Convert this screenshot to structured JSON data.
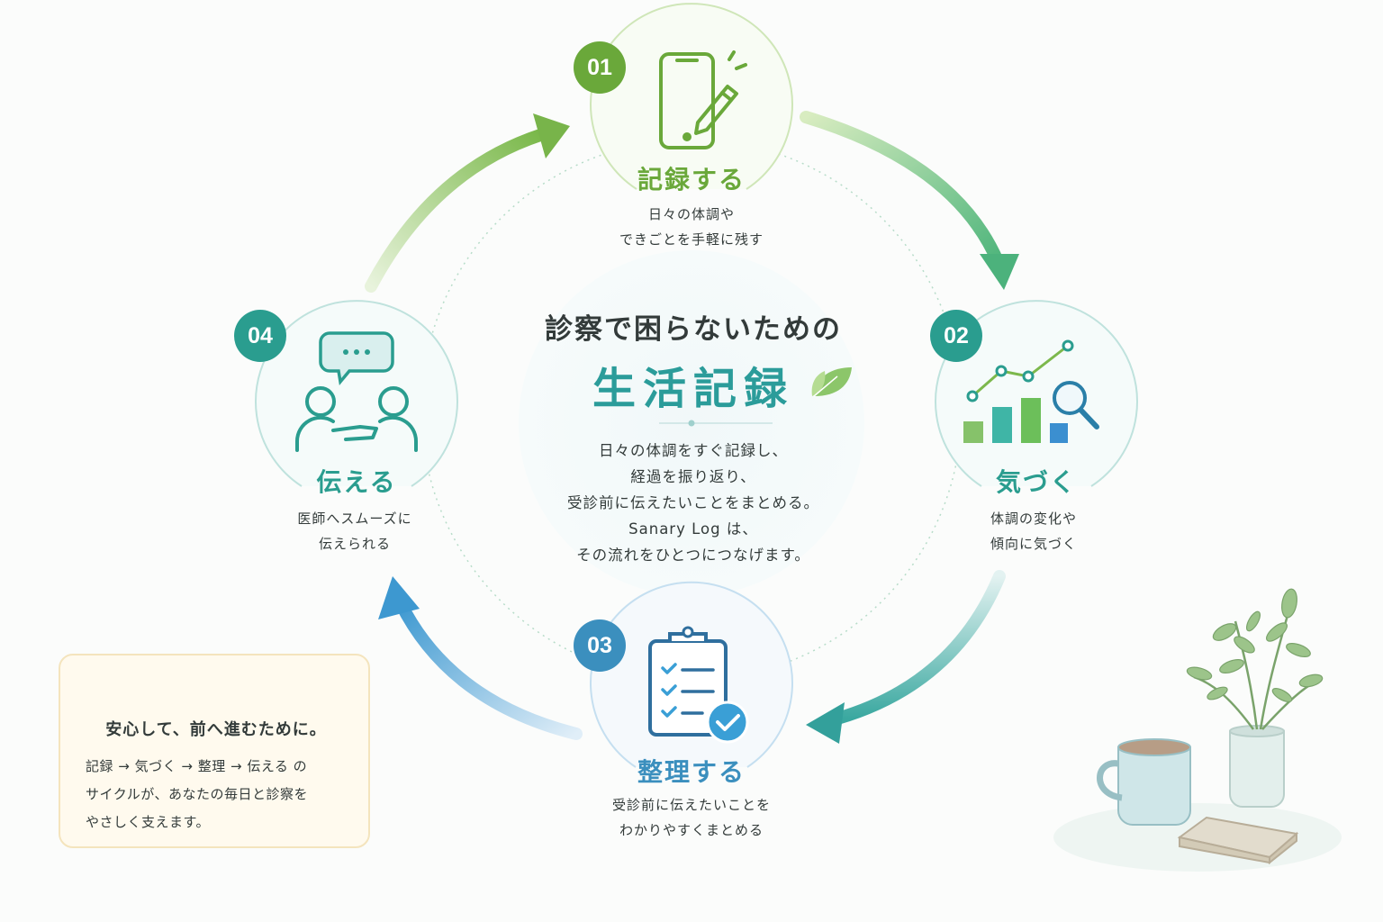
{
  "center": {
    "title": "診察で困らないための",
    "main": "生活記録",
    "body": [
      "日々の体調をすぐ記録し、",
      "経過を振り返り、",
      "受診前に伝えたいことをまとめる。",
      "Sanary Log は、",
      "その流れをひとつにつなげます。"
    ]
  },
  "steps": [
    {
      "number": "01",
      "title": "記録する",
      "desc": [
        "日々の体調や",
        "できごとを手軽に残す"
      ],
      "icon": "smartphone-pencil-icon",
      "color": "#6aa83a"
    },
    {
      "number": "02",
      "title": "気づく",
      "desc": [
        "体調の変化や",
        "傾向に気づく"
      ],
      "icon": "chart-magnifier-icon",
      "color": "#2a9d8f"
    },
    {
      "number": "03",
      "title": "整理する",
      "desc": [
        "受診前に伝えたいことを",
        "わかりやすくまとめる"
      ],
      "icon": "clipboard-check-icon",
      "color": "#3b8fbe"
    },
    {
      "number": "04",
      "title": "伝える",
      "desc": [
        "医師へスムーズに",
        "伝えられる"
      ],
      "icon": "people-chat-icon",
      "color": "#2a9d8f"
    }
  ],
  "note": {
    "icon": "heart-icon",
    "title": "安心して、前へ進むために。",
    "body": [
      "記録 → 気づく → 整理 → 伝える の",
      "サイクルが、あなたの毎日と診察を",
      "やさしく支えます。"
    ]
  },
  "decoration": {
    "icon": "plant-mug-book-illustration"
  }
}
